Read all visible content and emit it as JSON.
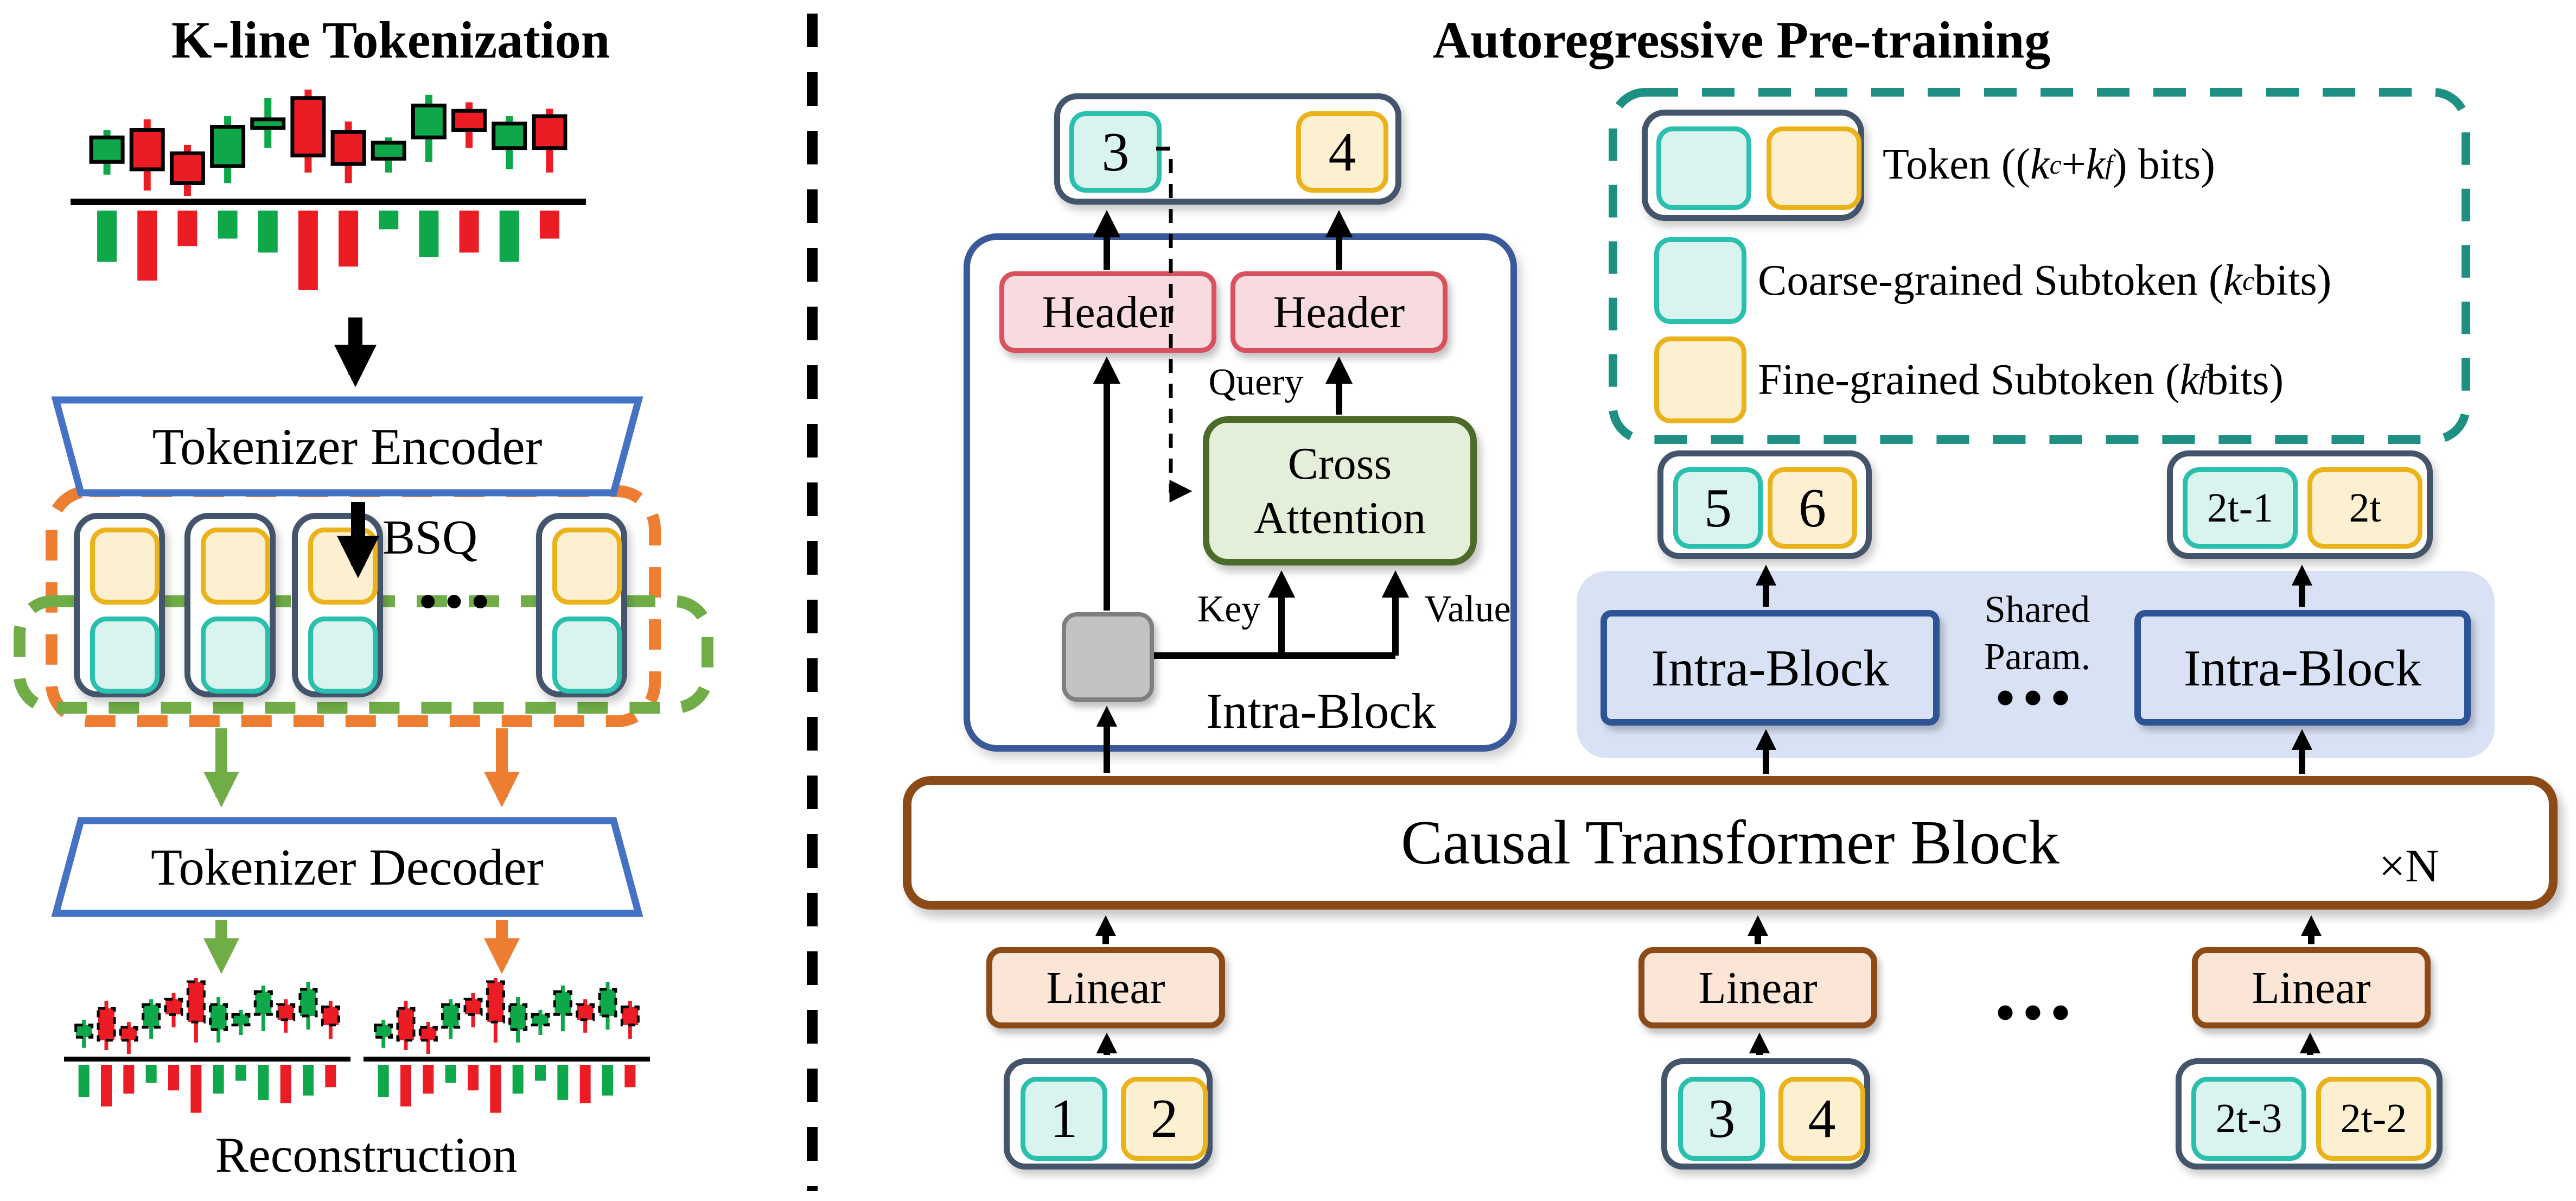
{
  "left": {
    "title": "K-line Tokenization",
    "encoder_label": "Tokenizer Encoder",
    "bsq_label": "BSQ",
    "decoder_label": "Tokenizer Decoder",
    "reconstruction_label": "Reconstruction",
    "ellipsis": "•••"
  },
  "right": {
    "title": "Autoregressive Pre-training",
    "top_token": {
      "coarse": "3",
      "fine": "4"
    },
    "headers": [
      "Header",
      "Header"
    ],
    "query_label": "Query",
    "key_label": "Key",
    "value_label": "Value",
    "cross_attention_label": "Cross Attention",
    "intra_block_caption": "Intra-Block",
    "legend": {
      "items": [
        {
          "pre": "Token ((",
          "k1": "k",
          "s1": "c",
          "mid": " + ",
          "k2": "k",
          "s2": "f",
          "post": ") bits)"
        },
        {
          "pre": "Coarse-grained Subtoken (",
          "k1": "k",
          "s1": "c",
          "post": " bits)"
        },
        {
          "pre": "Fine-grained Subtoken (",
          "k1": "k",
          "s1": "f",
          "post": " bits)"
        }
      ]
    },
    "mid_tokens": [
      {
        "coarse": "5",
        "fine": "6"
      },
      {
        "coarse": "2t-1",
        "fine": "2t"
      }
    ],
    "shared_param_line1": "Shared",
    "shared_param_line2": "Param.",
    "ellipsis_mid": "•••",
    "ellipsis_bottom": "•••",
    "intra_blocks": [
      "Intra-Block",
      "Intra-Block"
    ],
    "causal_label": "Causal Transformer Block",
    "xn_label": "×N",
    "linears": [
      "Linear",
      "Linear",
      "Linear"
    ],
    "bottom_tokens": [
      {
        "coarse": "1",
        "fine": "2"
      },
      {
        "coarse": "3",
        "fine": "4"
      },
      {
        "coarse": "2t-3",
        "fine": "2t-2"
      }
    ]
  },
  "colors": {
    "accent_blue": "#4472C4",
    "accent_orange": "#ED7D31",
    "accent_green": "#70AD47",
    "legend_teal": "#1E8F83",
    "token_navy": "#44546A",
    "coarse_border": "#2BBFAE",
    "coarse_fill": "#D9F3EF",
    "fine_border": "#EAB31B",
    "fine_fill": "#FDF0D0",
    "header_border": "#D9505F",
    "header_fill": "#F8DBDF",
    "cross_border": "#4C6B2B",
    "cross_fill": "#E3EFD9",
    "intra_outer_border": "#3B5998",
    "lavender": "#D9E2F5",
    "intra_right_border": "#2F5496",
    "brown": "#8C4A17",
    "linear_fill": "#FBE5D6",
    "gray_fill": "#C2C2C2",
    "gray_border": "#7F7F7F",
    "candle_green": "#0EA84A",
    "candle_red": "#EC1C24"
  },
  "charts": {
    "green": "#0EA84A",
    "red": "#EC1C24",
    "main_candles": [
      [
        1,
        38,
        45,
        68,
        80,
        55
      ],
      [
        0,
        28,
        38,
        75,
        95,
        75
      ],
      [
        0,
        52,
        60,
        88,
        100,
        38
      ],
      [
        1,
        25,
        35,
        72,
        88,
        30
      ],
      [
        1,
        8,
        28,
        36,
        55,
        45
      ],
      [
        0,
        0,
        8,
        62,
        78,
        85
      ],
      [
        0,
        30,
        40,
        70,
        88,
        60
      ],
      [
        1,
        45,
        50,
        65,
        78,
        20
      ],
      [
        1,
        5,
        15,
        45,
        68,
        50
      ],
      [
        0,
        12,
        20,
        38,
        55,
        45
      ],
      [
        1,
        25,
        32,
        55,
        75,
        55
      ],
      [
        0,
        18,
        25,
        55,
        78,
        30
      ]
    ],
    "recon_candles": [
      [
        1,
        55,
        62,
        78,
        92,
        50
      ],
      [
        0,
        30,
        40,
        82,
        95,
        65
      ],
      [
        0,
        58,
        65,
        82,
        100,
        45
      ],
      [
        1,
        28,
        35,
        65,
        80,
        28
      ],
      [
        0,
        20,
        28,
        48,
        65,
        40
      ],
      [
        0,
        0,
        5,
        58,
        85,
        75
      ],
      [
        1,
        25,
        35,
        68,
        85,
        45
      ],
      [
        1,
        42,
        48,
        62,
        75,
        25
      ],
      [
        1,
        10,
        18,
        48,
        70,
        55
      ],
      [
        0,
        28,
        35,
        55,
        72,
        60
      ],
      [
        1,
        5,
        15,
        50,
        68,
        48
      ],
      [
        0,
        30,
        38,
        62,
        80,
        35
      ]
    ]
  }
}
